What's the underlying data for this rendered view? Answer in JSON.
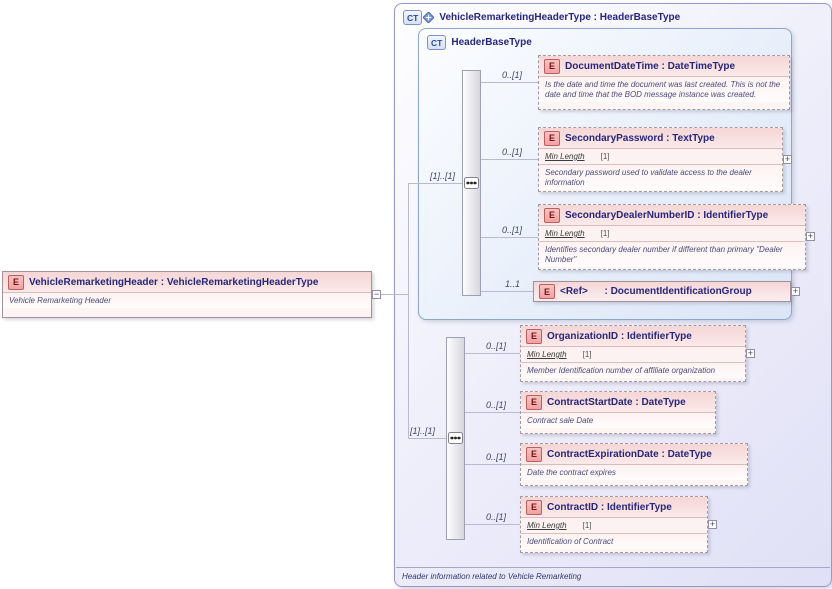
{
  "icons": {
    "element_badge": "E",
    "complex_type_badge": "CT",
    "expand_plus": "+",
    "collapse_minus": "−"
  },
  "root_element": {
    "title": "VehicleRemarketingHeader : VehicleRemarketingHeaderType",
    "annotation": "Vehicle Remarketing Header"
  },
  "outer_type": {
    "title": "VehicleRemarketingHeaderType : HeaderBaseType",
    "footer": "Header information related to Vehicle Remarketing"
  },
  "base_type": {
    "title": "HeaderBaseType"
  },
  "sequences": {
    "top_cardinality": "[1]..[1]",
    "bottom_cardinality": "[1]..[1]"
  },
  "elements": [
    {
      "name": "DocumentDateTime",
      "title": "DocumentDateTime : DateTimeType",
      "cardinality": "0..[1]",
      "annotation": "Is the date and time the document was last created. This is not the date and time that the BOD message instance was created."
    },
    {
      "name": "SecondaryPassword",
      "title": "SecondaryPassword : TextType",
      "cardinality": "0..[1]",
      "facet_name": "Min Length",
      "facet_value": "[1]",
      "annotation": "Secondary password used to validate access to the dealer information"
    },
    {
      "name": "SecondaryDealerNumberID",
      "title": "SecondaryDealerNumberID : IdentifierType",
      "cardinality": "0..[1]",
      "facet_name": "Min Length",
      "facet_value": "[1]",
      "annotation": "Identifies secondary dealer number if different than primary \"Dealer Number\""
    },
    {
      "name": "Ref",
      "title": "<Ref>      : DocumentIdentificationGroup",
      "cardinality": "1..1"
    },
    {
      "name": "OrganizationID",
      "title": "OrganizationID : IdentifierType",
      "cardinality": "0..[1]",
      "facet_name": "Min Length",
      "facet_value": "[1]",
      "annotation": "Member Identification number of affiliate organization"
    },
    {
      "name": "ContractStartDate",
      "title": "ContractStartDate : DateType",
      "cardinality": "0..[1]",
      "annotation": "Contract sale Date"
    },
    {
      "name": "ContractExpirationDate",
      "title": "ContractExpirationDate : DateType",
      "cardinality": "0..[1]",
      "annotation": "Date the contract expires"
    },
    {
      "name": "ContractID",
      "title": "ContractID : IdentifierType",
      "cardinality": "0..[1]",
      "facet_name": "Min Length",
      "facet_value": "[1]",
      "annotation": "Identification of Contract"
    }
  ]
}
